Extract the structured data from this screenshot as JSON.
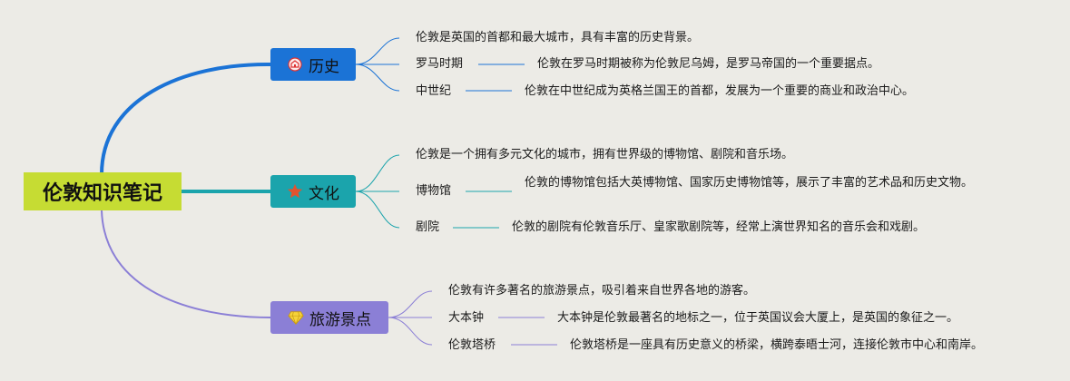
{
  "root": {
    "label": "伦敦知识笔记"
  },
  "colors": {
    "root": "#c6dc33",
    "history": "#1b73d6",
    "culture": "#1ba4ac",
    "tourism": "#8b7fd6"
  },
  "branches": {
    "history": {
      "label": "历史",
      "icon": "landmark-icon",
      "summary": "伦敦是英国的首都和最大城市，具有丰富的历史背景。",
      "items": [
        {
          "topic": "罗马时期",
          "detail": "伦敦在罗马时期被称为伦敦尼乌姆，是罗马帝国的一个重要据点。"
        },
        {
          "topic": "中世纪",
          "detail": "伦敦在中世纪成为英格兰国王的首都，发展为一个重要的商业和政治中心。"
        }
      ]
    },
    "culture": {
      "label": "文化",
      "icon": "star-icon",
      "summary": "伦敦是一个拥有多元文化的城市，拥有世界级的博物馆、剧院和音乐场。",
      "items": [
        {
          "topic": "博物馆",
          "detail": "伦敦的博物馆包括大英博物馆、国家历史博物馆等，展示了丰富的艺术品和历史文物。"
        },
        {
          "topic": "剧院",
          "detail": "伦敦的剧院有伦敦音乐厅、皇家歌剧院等，经常上演世界知名的音乐会和戏剧。"
        }
      ]
    },
    "tourism": {
      "label": "旅游景点",
      "icon": "diamond-icon",
      "summary": "伦敦有许多著名的旅游景点，吸引着来自世界各地的游客。",
      "items": [
        {
          "topic": "大本钟",
          "detail": "大本钟是伦敦最著名的地标之一，位于英国议会大厦上，是英国的象征之一。"
        },
        {
          "topic": "伦敦塔桥",
          "detail": "伦敦塔桥是一座具有历史意义的桥梁，横跨泰晤士河，连接伦敦市中心和南岸。"
        }
      ]
    }
  }
}
